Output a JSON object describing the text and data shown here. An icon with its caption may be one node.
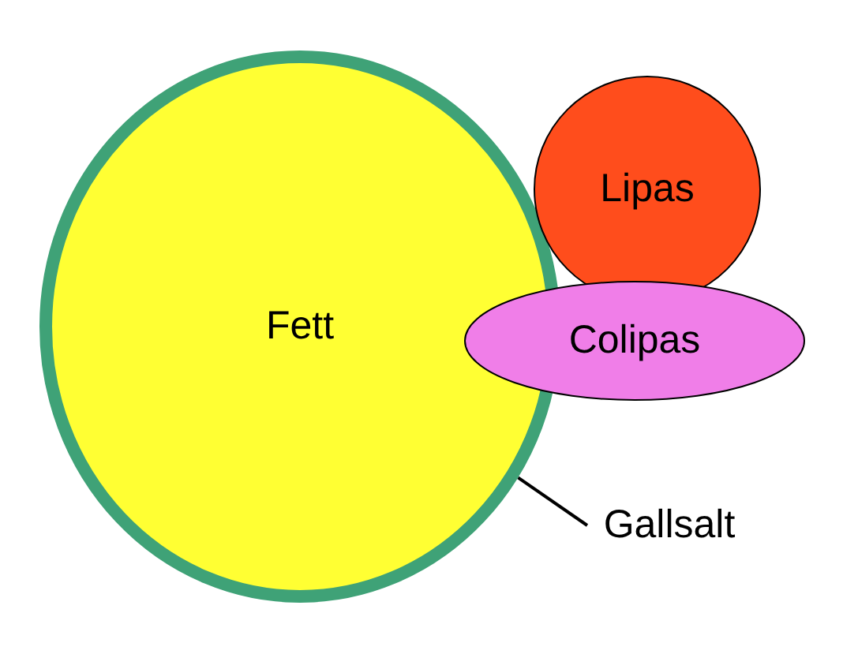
{
  "diagram": {
    "nodes": [
      {
        "text": [
          "Fett"
        ]
      },
      {
        "text": [
          "Lipas"
        ]
      },
      {
        "text": [
          "Colipas"
        ]
      },
      {
        "text": [
          "Gallsalt"
        ]
      }
    ],
    "edges": [
      {
        "from": 3,
        "to": 0,
        "arrow": "none"
      }
    ]
  }
}
